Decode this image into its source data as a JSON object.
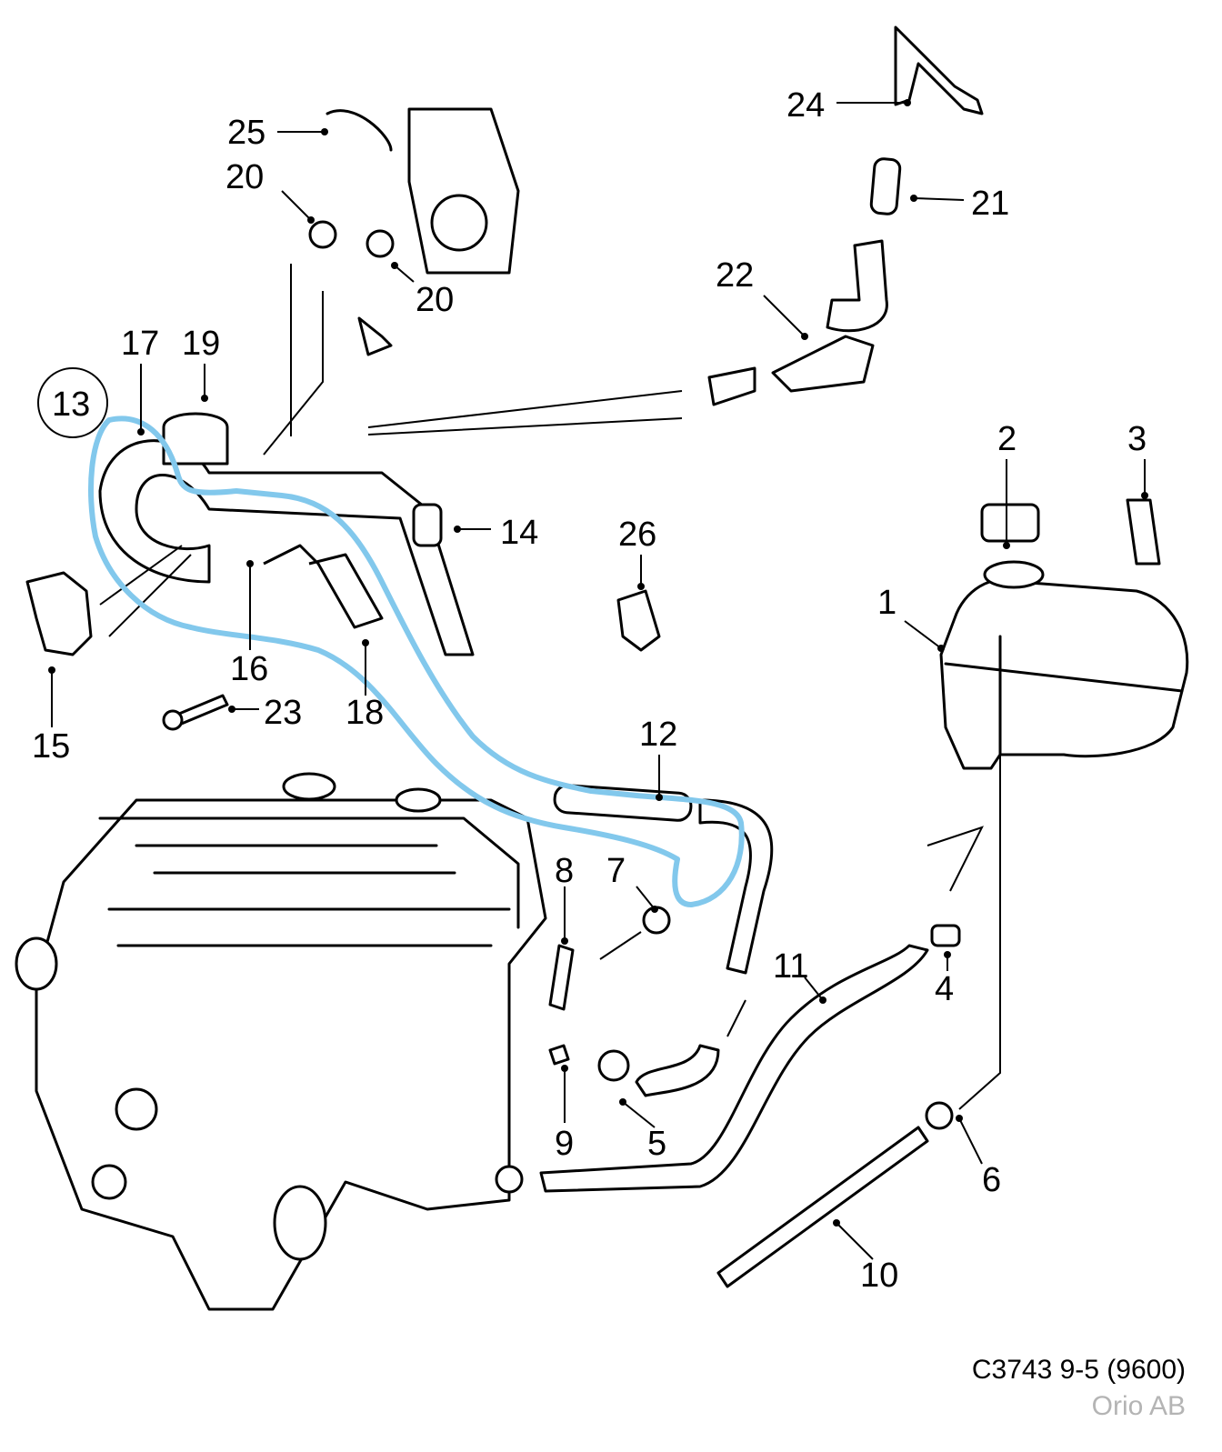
{
  "diagram": {
    "type": "exploded parts diagram",
    "subject": "Engine coolant hoses and expansion tank",
    "highlight_color": "#82c8ec",
    "callouts": [
      {
        "id": "1",
        "label": "1"
      },
      {
        "id": "2",
        "label": "2"
      },
      {
        "id": "3",
        "label": "3"
      },
      {
        "id": "4",
        "label": "4"
      },
      {
        "id": "5",
        "label": "5"
      },
      {
        "id": "6",
        "label": "6"
      },
      {
        "id": "7",
        "label": "7"
      },
      {
        "id": "8",
        "label": "8"
      },
      {
        "id": "9",
        "label": "9"
      },
      {
        "id": "10",
        "label": "10"
      },
      {
        "id": "11",
        "label": "11"
      },
      {
        "id": "12",
        "label": "12"
      },
      {
        "id": "13",
        "label": "13",
        "circled": true
      },
      {
        "id": "14",
        "label": "14"
      },
      {
        "id": "15",
        "label": "15"
      },
      {
        "id": "16",
        "label": "16"
      },
      {
        "id": "17",
        "label": "17"
      },
      {
        "id": "18",
        "label": "18"
      },
      {
        "id": "19",
        "label": "19"
      },
      {
        "id": "20a",
        "label": "20"
      },
      {
        "id": "20b",
        "label": "20"
      },
      {
        "id": "21",
        "label": "21"
      },
      {
        "id": "22",
        "label": "22"
      },
      {
        "id": "23",
        "label": "23"
      },
      {
        "id": "24",
        "label": "24"
      },
      {
        "id": "25",
        "label": "25"
      },
      {
        "id": "26",
        "label": "26"
      }
    ]
  },
  "footer": {
    "code": "C3743 9-5 (9600)",
    "brand": "Orio AB"
  }
}
